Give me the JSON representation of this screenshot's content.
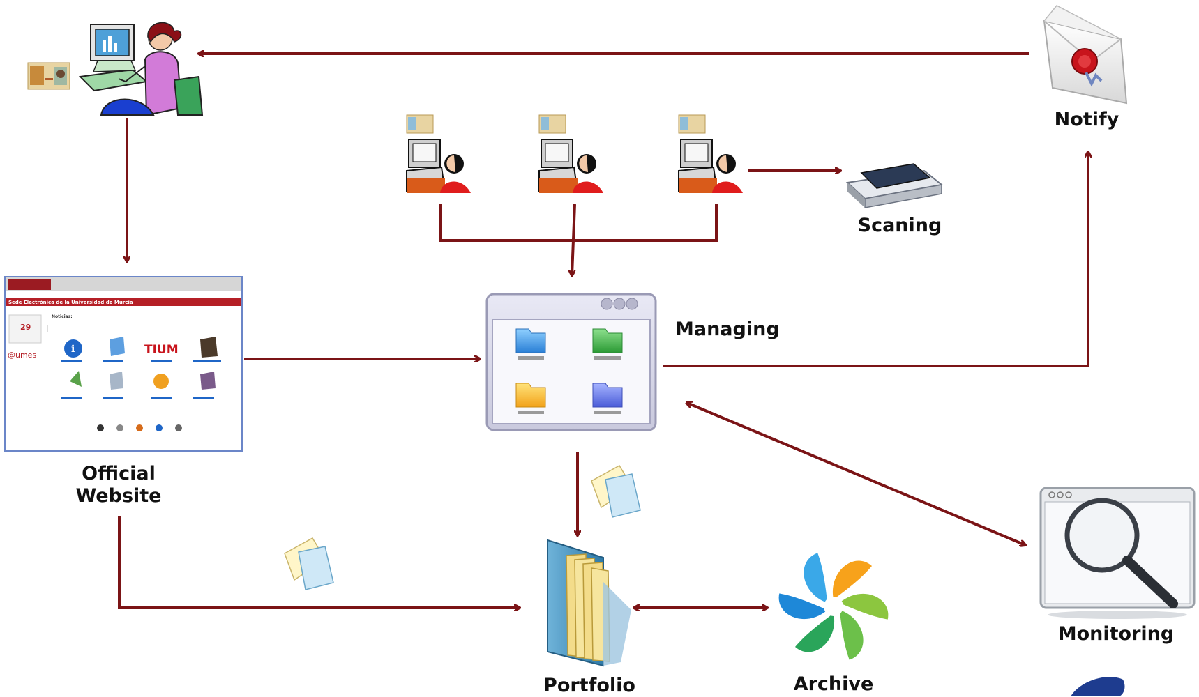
{
  "labels": {
    "notify": "Notify",
    "scanning": "Scaning",
    "managing": "Managing",
    "official_line1": "Official",
    "official_line2": "Website",
    "portfolio": "Portfolio",
    "archive": "Archive",
    "monitoring": "Monitoring"
  },
  "website_thumbnail": {
    "header": "Sede Electrónica de la Universidad de Murcia",
    "news": "Noticias:",
    "date_day": "29",
    "brand": "@umes",
    "tum": "TIUM"
  },
  "colors": {
    "arrow": "#7b1416",
    "label": "#111111"
  },
  "icons": [
    "user-at-computer-icon",
    "id-card-icon",
    "clerk-at-computer-icon",
    "scanner-icon",
    "envelope-seal-icon",
    "app-window-folders-icon",
    "documents-icon",
    "portfolio-folder-icon",
    "alfresco-flower-icon",
    "magnifier-window-icon",
    "website-screenshot"
  ]
}
